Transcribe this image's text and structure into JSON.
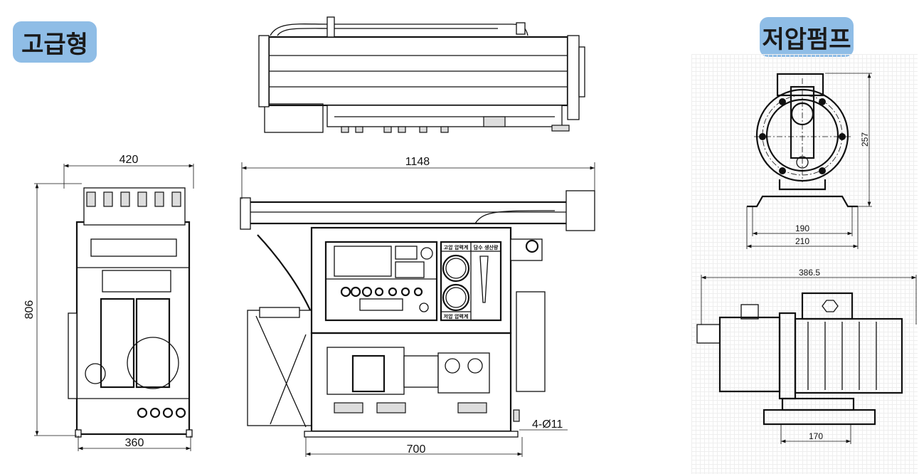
{
  "badges": {
    "premium_model": "고급형",
    "low_pressure_pump": "저압펌프"
  },
  "side_view": {
    "width_top": "420",
    "height": "806",
    "width_bottom": "360"
  },
  "front_view": {
    "overall_length": "1148",
    "base_length": "700",
    "mount_holes": "4-Ø11",
    "panel": {
      "high_pressure_gauge": "고압 압력계",
      "fresh_water_output": "담수 생산량",
      "low_pressure_gauge": "저압 압력계"
    }
  },
  "pump_front_view": {
    "height": "257",
    "inner_width": "190",
    "outer_width": "210"
  },
  "pump_side_view": {
    "length": "386.5",
    "base_width": "170"
  }
}
